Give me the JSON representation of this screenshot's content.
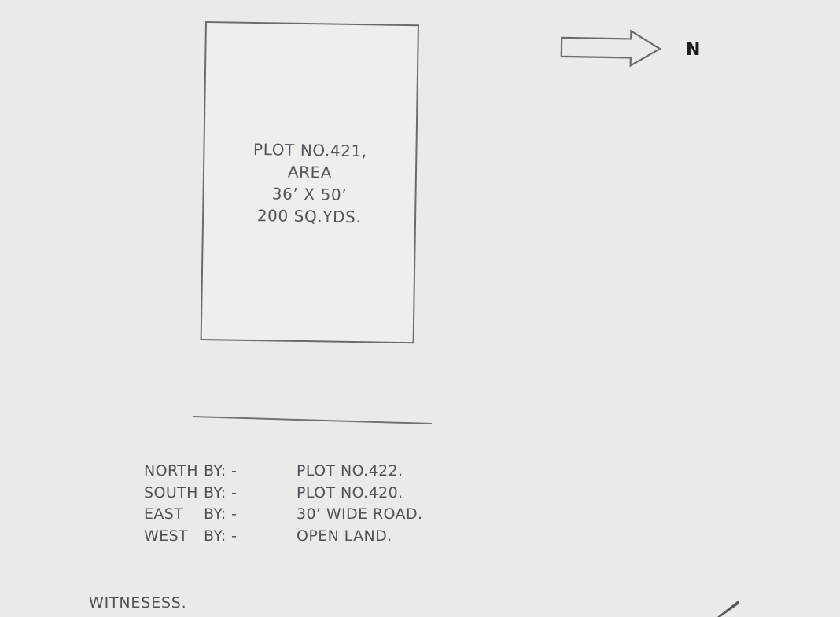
{
  "north_indicator": {
    "label": "N",
    "icon": "north-arrow-icon"
  },
  "plot": {
    "lines": [
      "PLOT NO.421,",
      "AREA",
      "36’ X 50’",
      "200 SQ.YDS."
    ]
  },
  "boundaries": {
    "rows": [
      {
        "direction": "NORTH",
        "by": "BY: -",
        "value": "PLOT NO.422."
      },
      {
        "direction": "SOUTH",
        "by": "BY: -",
        "value": "PLOT NO.420."
      },
      {
        "direction": "EAST",
        "by": "BY: -",
        "value": "30’ WIDE ROAD."
      },
      {
        "direction": "WEST",
        "by": "BY: -",
        "value": "OPEN LAND."
      }
    ]
  },
  "footer": {
    "witness_label": "WITNESESS."
  },
  "colors": {
    "paper": "#e9ebe8",
    "ink": "#4e5358",
    "outline": "#696d69",
    "north_label": "#1c1d1f"
  }
}
